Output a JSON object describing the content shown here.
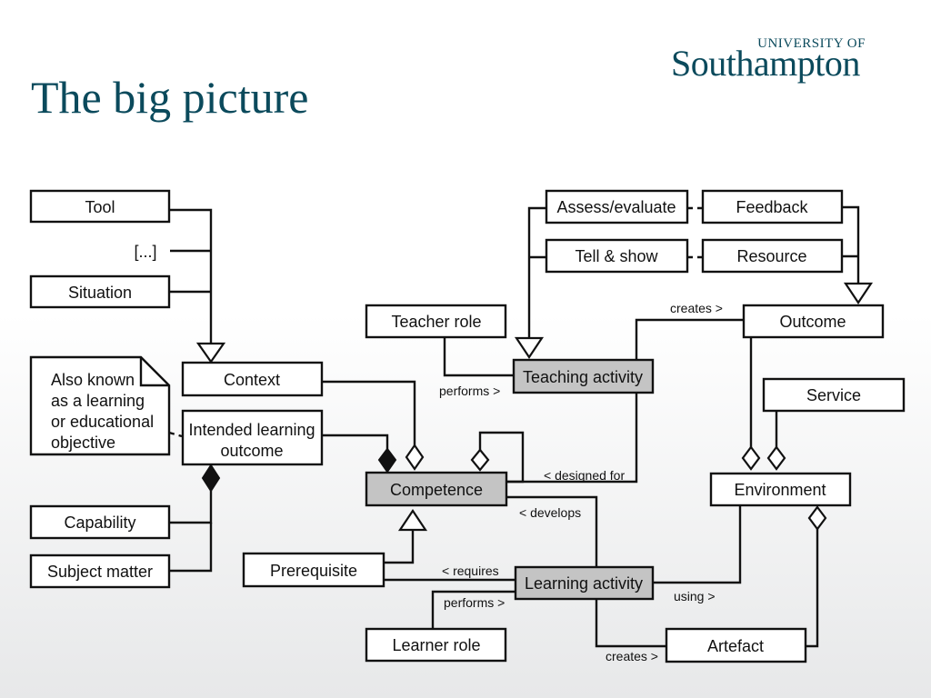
{
  "slide": {
    "title": "The big picture"
  },
  "logo": {
    "top": "UNIVERSITY OF",
    "name": "Southampton"
  },
  "colors": {
    "title": "#0b4a5c",
    "gray_box": "#c4c4c4"
  },
  "diagram": {
    "tool": "Tool",
    "ellipsis": "[...]",
    "situation": "Situation",
    "context": "Context",
    "note": [
      "Also known",
      "as a learning",
      "or educational",
      "objective"
    ],
    "ilo": [
      "Intended learning",
      "outcome"
    ],
    "capability": "Capability",
    "subject_matter": "Subject matter",
    "prerequisite": "Prerequisite",
    "competence": "Competence",
    "teacher_role": "Teacher role",
    "teaching_activity": "Teaching activity",
    "assess": "Assess/evaluate",
    "tell_show": "Tell & show",
    "feedback": "Feedback",
    "resource": "Resource",
    "outcome": "Outcome",
    "service": "Service",
    "environment": "Environment",
    "learning_activity": "Learning activity",
    "learner_role": "Learner role",
    "artefact": "Artefact",
    "labels": {
      "creates_top": "creates >",
      "performs_teacher": "performs >",
      "designed_for": "< designed for",
      "develops": "< develops",
      "requires": "< requires",
      "performs_learner": "performs >",
      "using": "using >",
      "creates_bottom": "creates >"
    }
  }
}
